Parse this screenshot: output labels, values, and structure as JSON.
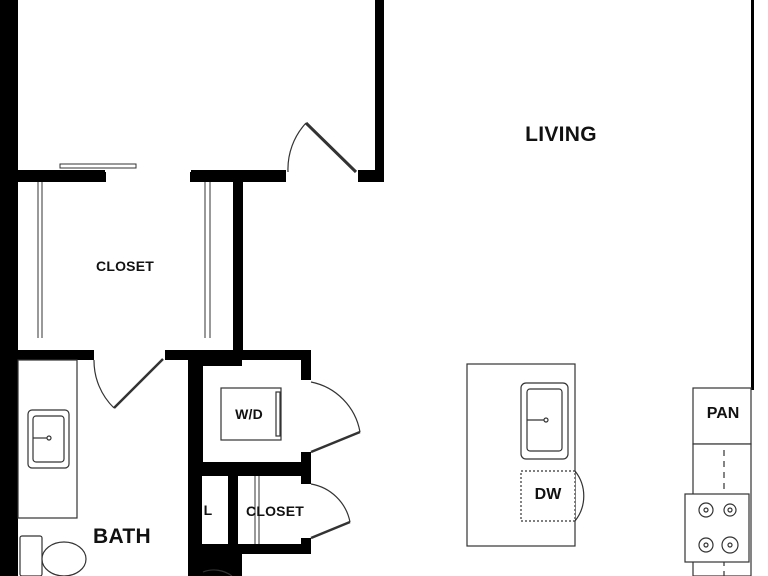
{
  "rooms": {
    "living": "LIVING",
    "closet_main": "CLOSET",
    "bath": "BATH",
    "closet_small": "CLOSET",
    "linen": "L"
  },
  "fixtures": {
    "washer_dryer": "W/D",
    "pantry": "PAN",
    "dishwasher": "DW"
  },
  "colors": {
    "wall": "#000000",
    "floor": "#ffffff",
    "line": "#333333"
  }
}
